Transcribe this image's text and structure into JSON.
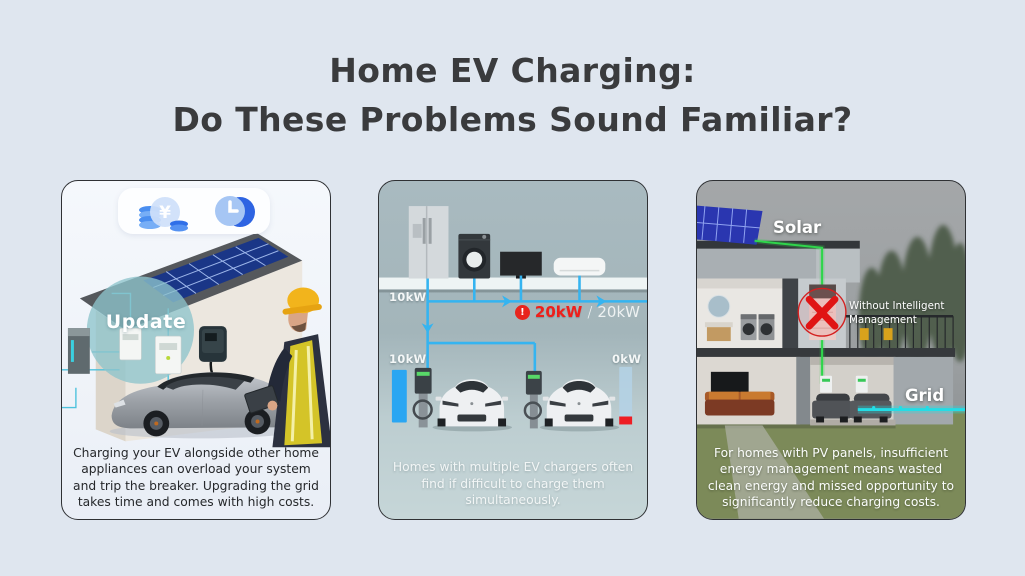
{
  "title": {
    "line1": "Home EV Charging:",
    "line2": "Do These Problems Sound Familiar?"
  },
  "panel1": {
    "currency_symbol": "¥",
    "icons": [
      "cost-coins-icon",
      "time-clock-icon"
    ],
    "update_label": "Update",
    "caption": "Charging your EV alongside other home appliances can overload your system and trip the breaker. Upgrading the grid takes time and comes with high costs."
  },
  "panel2": {
    "bus_power": "10kW",
    "alert_mark": "!",
    "used_power": "20kW",
    "separator": "/",
    "total_power": "20kW",
    "charger1_power": "10kW",
    "charger2_power": "0kW",
    "caption": "Homes with multiple EV chargers often find if difficult to charge them simultaneously."
  },
  "panel3": {
    "solar_label": "Solar",
    "warning_text": "Without Intelligent Management",
    "grid_label": "Grid",
    "caption": "For homes with PV panels, insufficient energy management means wasted clean energy and missed opportunity to significantly reduce charging costs."
  },
  "colors": {
    "page_background": "#dfe6ef",
    "title_text": "#3a3b3d",
    "wire_blue": "#35b4f0",
    "alert_red": "#e8251d",
    "charge_blue": "#2aa6f2",
    "solar_green": "#2fd54b",
    "grid_cyan": "#23dde6"
  }
}
